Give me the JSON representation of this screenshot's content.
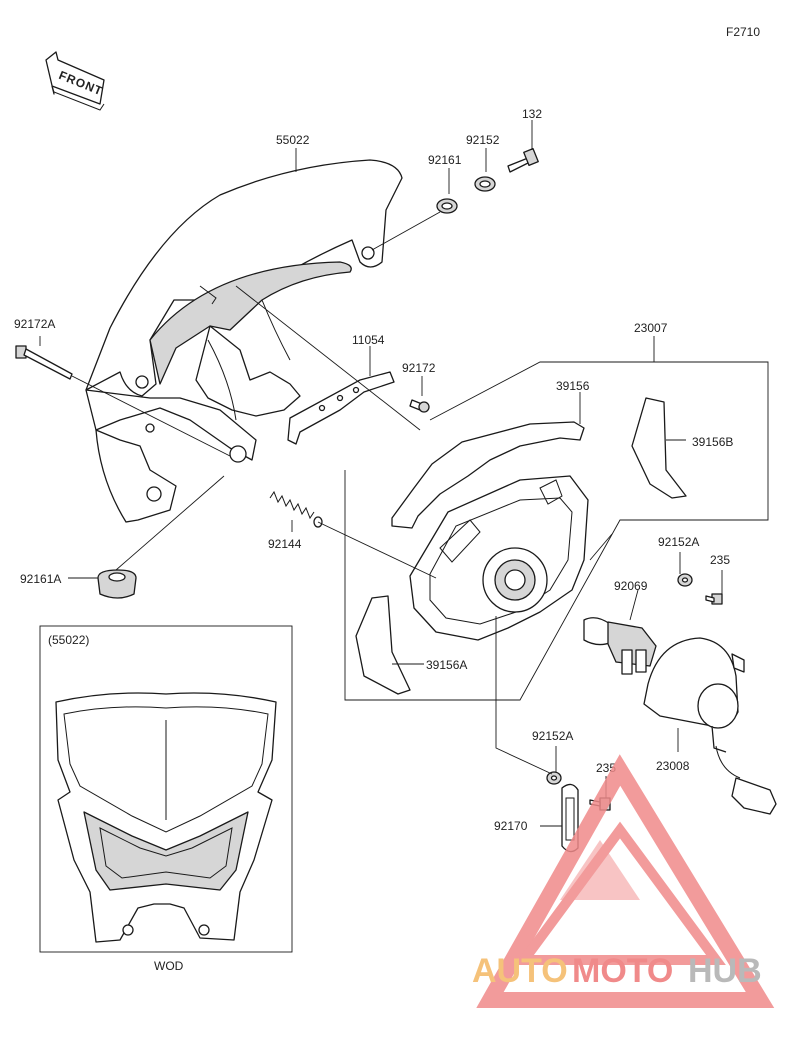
{
  "figure_code": "F2710",
  "front_label": "FRONT",
  "inset": {
    "title": "(55022)",
    "caption": "WOD"
  },
  "parts": {
    "p55022": "55022",
    "p92161": "92161",
    "p92152": "92152",
    "p132": "132",
    "p92172A": "92172A",
    "p11054": "11054",
    "p92172": "92172",
    "p23007": "23007",
    "p39156": "39156",
    "p39156B": "39156B",
    "p92144": "92144",
    "p92152A_upper": "92152A",
    "p235_upper": "235",
    "p92069": "92069",
    "p92161A": "92161A",
    "p39156A": "39156A",
    "p92152A_lower": "92152A",
    "p235_lower": "235",
    "p23008": "23008",
    "p92170": "92170"
  },
  "watermark": {
    "brand_a": "AUTO",
    "brand_b": "MOTO",
    "brand_c": "HUB"
  },
  "colors": {
    "watermark_red": "#f08a8a",
    "watermark_orange": "#f5c27a",
    "watermark_grey": "#b9b9b9"
  }
}
